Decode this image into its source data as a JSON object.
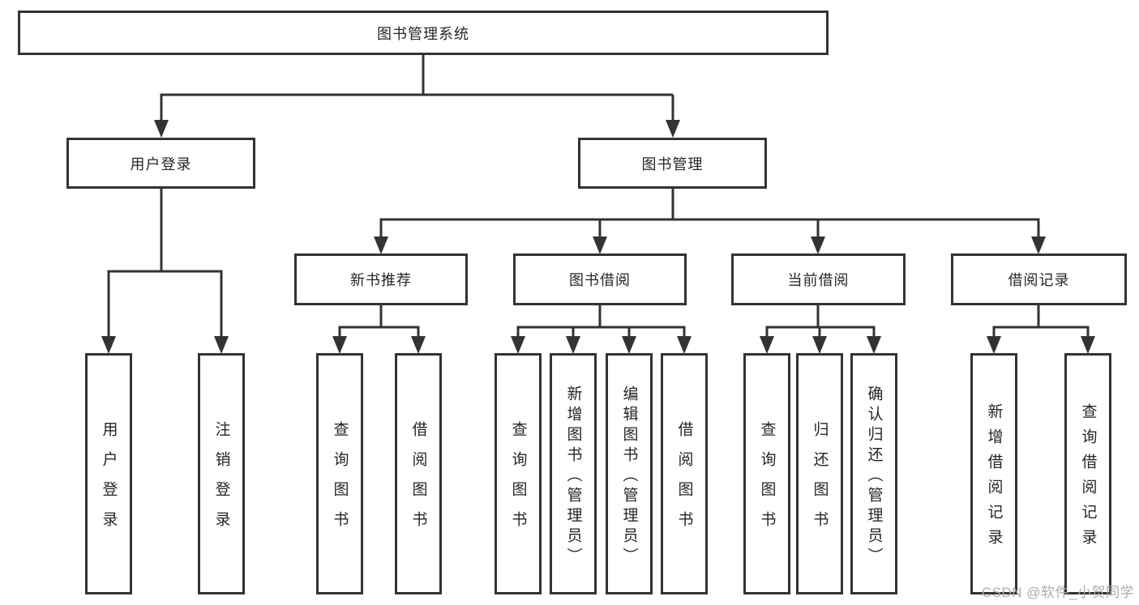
{
  "tree": {
    "root": {
      "label": "图书管理系统",
      "children": [
        {
          "label": "用户登录",
          "children": [
            {
              "label": "用户登录"
            },
            {
              "label": "注销登录"
            }
          ]
        },
        {
          "label": "图书管理",
          "children": [
            {
              "label": "新书推荐",
              "children": [
                {
                  "label": "查询图书"
                },
                {
                  "label": "借阅图书"
                }
              ]
            },
            {
              "label": "图书借阅",
              "children": [
                {
                  "label": "查询图书"
                },
                {
                  "label": "新增图书（管理员）"
                },
                {
                  "label": "编辑图书（管理员）"
                },
                {
                  "label": "借阅图书"
                }
              ]
            },
            {
              "label": "当前借阅",
              "children": [
                {
                  "label": "查询图书"
                },
                {
                  "label": "归还图书"
                },
                {
                  "label": "确认归还（管理员）"
                }
              ]
            },
            {
              "label": "借阅记录",
              "children": [
                {
                  "label": "新增借阅记录"
                },
                {
                  "label": "查询借阅记录"
                }
              ]
            }
          ]
        }
      ]
    }
  },
  "watermark": {
    "text": "CSDN @软件_小贺同学"
  },
  "colors": {
    "line": "#333333",
    "box_border": "#333333",
    "text": "#262626",
    "watermark": "#ababab",
    "background": "#ffffff"
  }
}
